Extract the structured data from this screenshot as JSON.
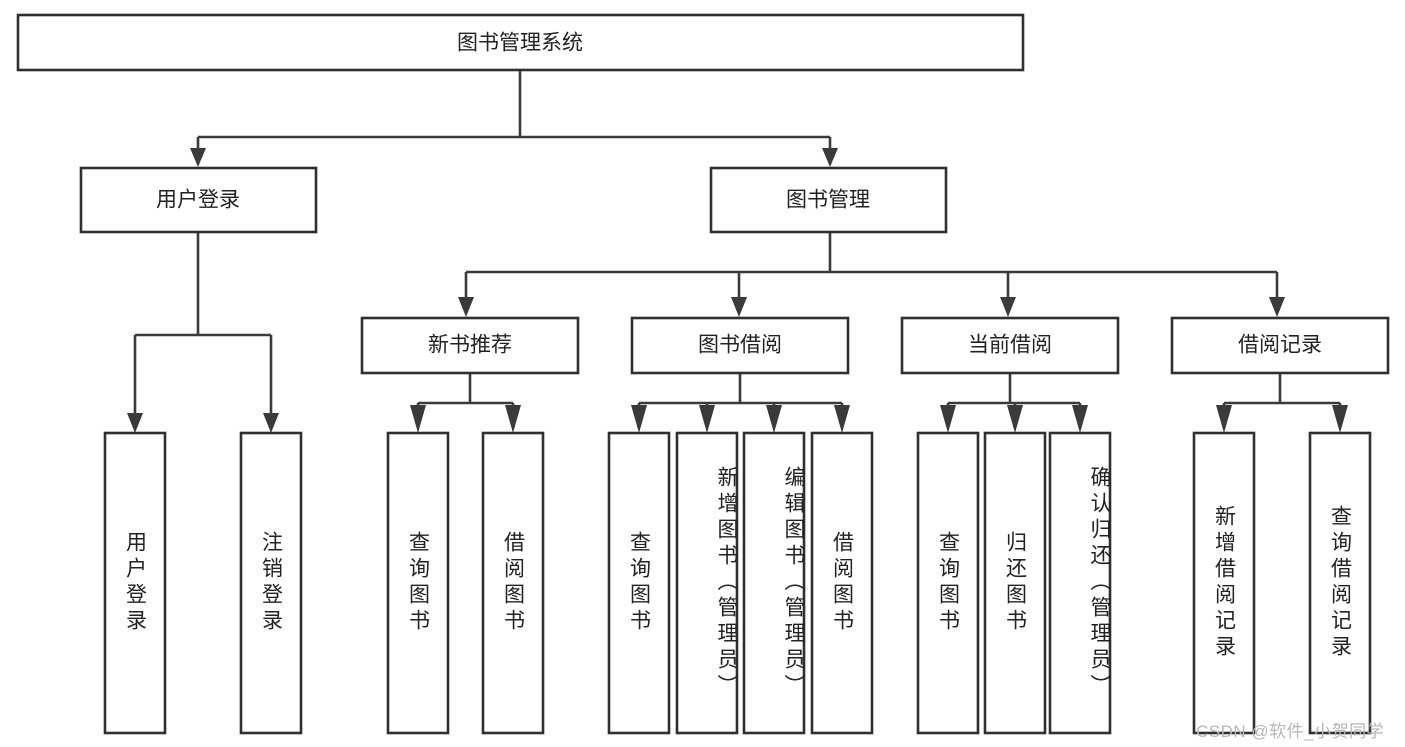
{
  "diagram": {
    "type": "tree",
    "title": "图书管理系统",
    "orientation": "top-down",
    "watermark": "CSDN @软件_小贺同学",
    "colors": {
      "box_stroke": "#2f2f2f",
      "box_fill": "#ffffff",
      "connector": "#3a3a3a",
      "text": "#222222",
      "watermark": "#b6b6b6",
      "background": "#ffffff"
    },
    "nodes": {
      "root": {
        "label": "图书管理系统"
      },
      "level2": [
        {
          "id": "user-login",
          "label": "用户登录"
        },
        {
          "id": "book-management",
          "label": "图书管理"
        }
      ],
      "level3": [
        {
          "id": "new-book-recommend",
          "label": "新书推荐"
        },
        {
          "id": "book-borrow",
          "label": "图书借阅"
        },
        {
          "id": "current-borrow",
          "label": "当前借阅"
        },
        {
          "id": "borrow-record",
          "label": "借阅记录"
        }
      ],
      "leaves": {
        "user_login": [
          {
            "id": "leaf-user-login",
            "label": "用户登录"
          },
          {
            "id": "leaf-logout-login",
            "label": "注销登录"
          }
        ],
        "new_book_recommend": [
          {
            "id": "leaf-query-book-1",
            "label": "查询图书"
          },
          {
            "id": "leaf-borrow-book-1",
            "label": "借阅图书"
          }
        ],
        "book_borrow": [
          {
            "id": "leaf-query-book-2",
            "label": "查询图书"
          },
          {
            "id": "leaf-add-book",
            "label": "新增图书（管理员）"
          },
          {
            "id": "leaf-edit-book",
            "label": "编辑图书（管理员）"
          },
          {
            "id": "leaf-borrow-book-2",
            "label": "借阅图书"
          }
        ],
        "current_borrow": [
          {
            "id": "leaf-query-book-3",
            "label": "查询图书"
          },
          {
            "id": "leaf-return-book",
            "label": "归还图书"
          },
          {
            "id": "leaf-confirm-return",
            "label": "确认归还（管理员）"
          }
        ],
        "borrow_record": [
          {
            "id": "leaf-add-borrow-record",
            "label": "新增借阅记录"
          },
          {
            "id": "leaf-query-borrow-record",
            "label": "查询借阅记录"
          }
        ]
      }
    }
  }
}
